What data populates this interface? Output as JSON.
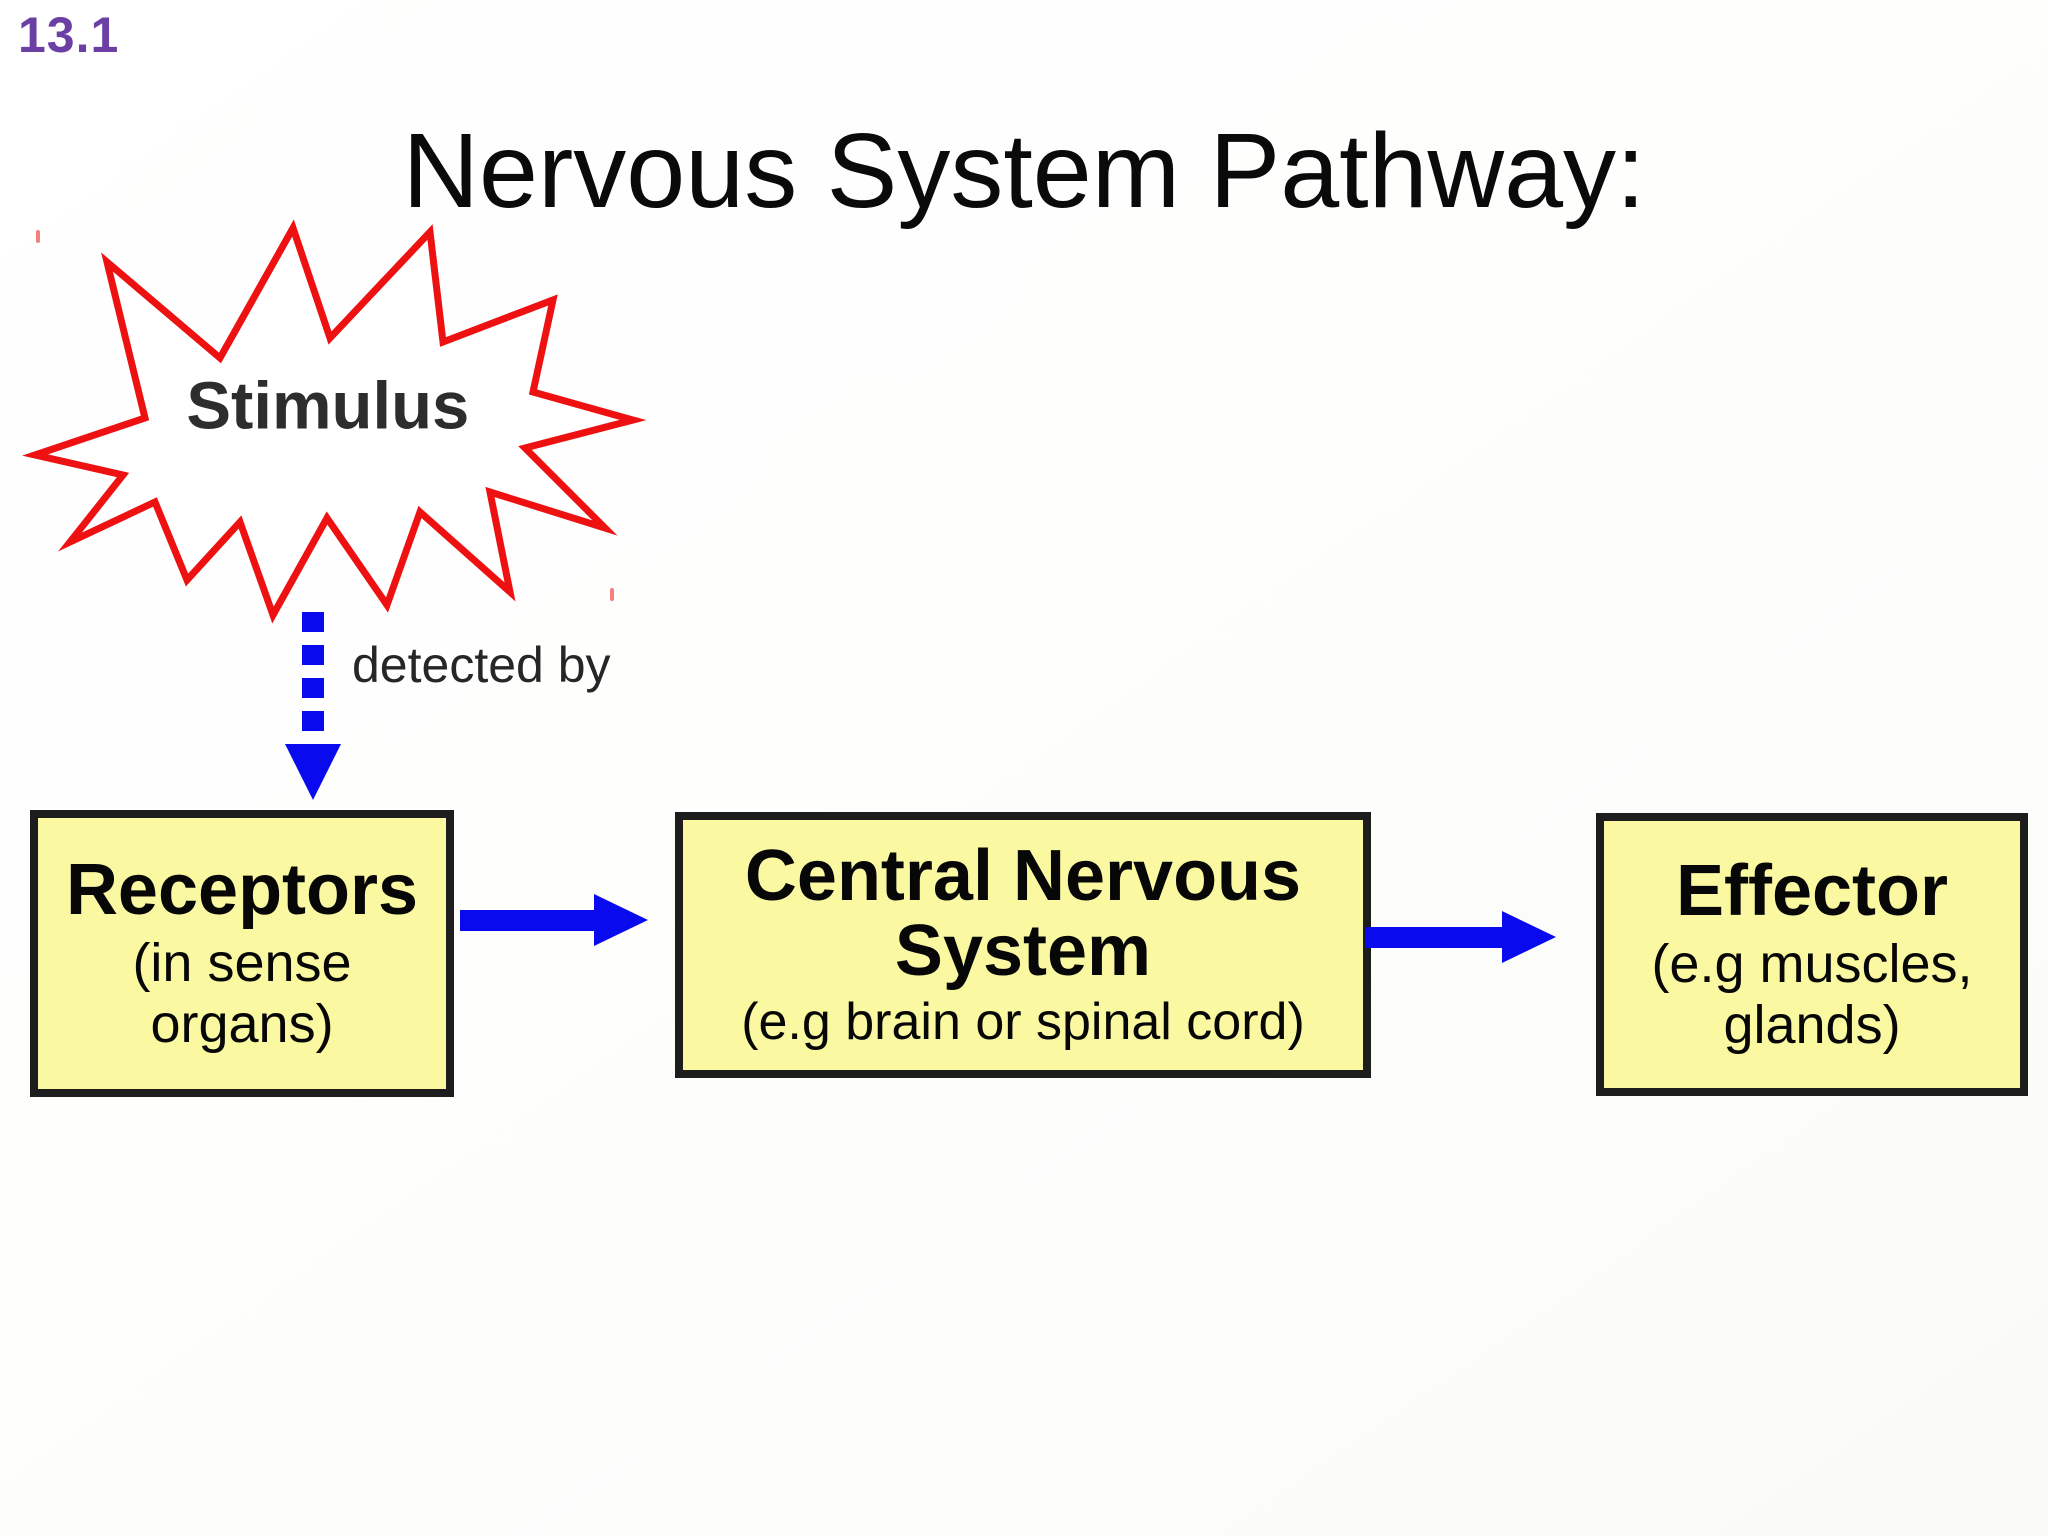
{
  "slide": {
    "number": "13.1",
    "title": "Nervous System Pathway:"
  },
  "stimulus": {
    "label": "Stimulus"
  },
  "pathway": {
    "detected_by_label": "detected by",
    "boxes": [
      {
        "id": "receptors",
        "title": "Receptors",
        "subtitle": "(in sense organs)"
      },
      {
        "id": "central-nervous-system",
        "title": "Central Nervous System",
        "subtitle": "(e.g brain or spinal cord)"
      },
      {
        "id": "effector",
        "title": "Effector",
        "subtitle": "(e.g muscles, glands)"
      }
    ]
  },
  "colors": {
    "starburst_outline_red": "#ee1111",
    "arrow_blue": "#0a0aef",
    "box_fill_yellow": "#faf9a2",
    "box_border": "#1d1d1d",
    "slide_number_purple": "#6b3fa3",
    "title_text": "#0a0a0a",
    "stimulus_text": "#2d2d2d"
  }
}
